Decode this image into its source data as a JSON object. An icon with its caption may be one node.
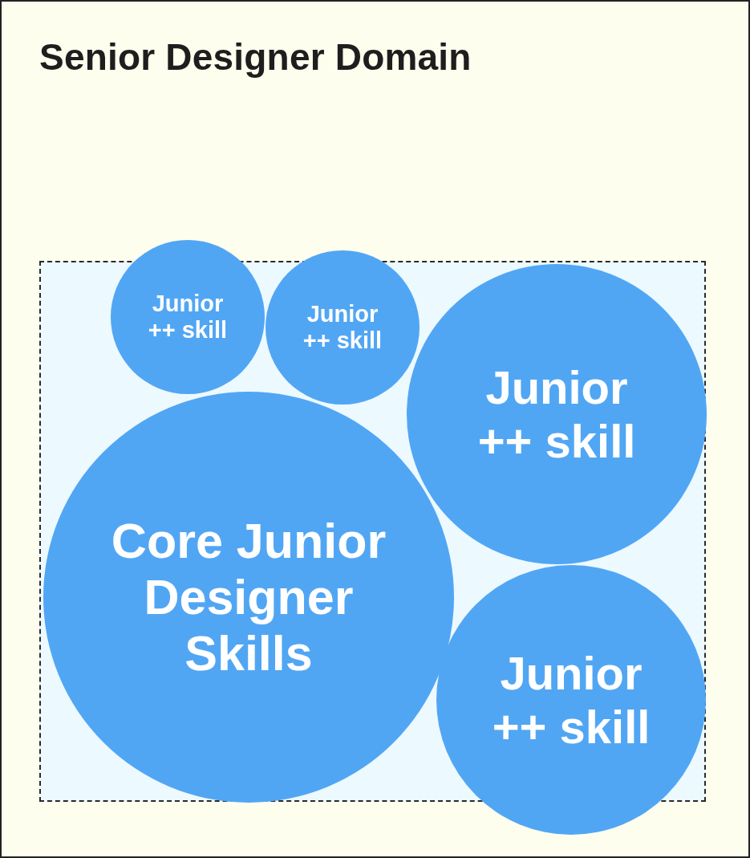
{
  "diagram": {
    "nodes": [
      {
        "text": [
          "Senior Designer Domain"
        ]
      },
      {
        "text": [],
        "shape": "box",
        "in": 0
      },
      {
        "text": [
          "Junior ++ skill"
        ],
        "in": 0
      },
      {
        "text": [
          "Junior ++ skill"
        ],
        "in": 0
      },
      {
        "text": [
          "Junior ++ skill"
        ],
        "in": 1
      },
      {
        "text": [
          "Core Junior Designer Skills"
        ],
        "in": 1
      },
      {
        "text": [
          "Junior ++ skill"
        ],
        "in": 0
      }
    ]
  }
}
